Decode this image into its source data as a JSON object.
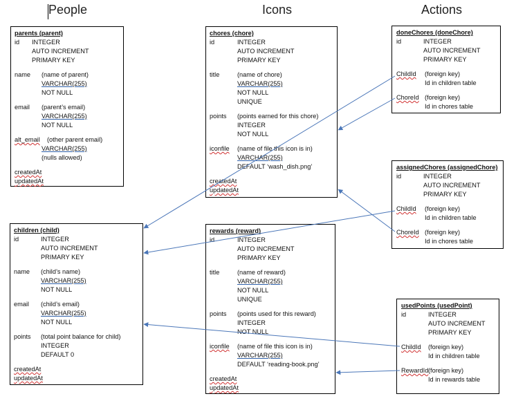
{
  "headings": {
    "people": "People",
    "icons": "Icons",
    "actions": "Actions"
  },
  "parents": {
    "title": "parents (parent)",
    "id_name": "id",
    "id_l1": "INTEGER",
    "id_l2": "AUTO INCREMENT",
    "id_l3": "PRIMARY KEY",
    "name_name": "name",
    "name_l1": "(name of parent)",
    "name_l2": "VARCHAR(255)",
    "name_l3": "NOT NULL",
    "email_name": "email",
    "email_l1": "(parent’s email)",
    "email_l2": "VARCHAR(255)",
    "email_l3": "NOT NULL",
    "alt_name": "alt_email",
    "alt_l1": "(other parent email)",
    "alt_l2": "VARCHAR(255)",
    "alt_l3": "(nulls allowed)",
    "created": "createdAt",
    "updated": "updatedAt"
  },
  "children": {
    "title": "children (child)",
    "id_name": "id",
    "id_l1": "INTEGER",
    "id_l2": "AUTO INCREMENT",
    "id_l3": "PRIMARY KEY",
    "name_name": "name",
    "name_l1": "(child’s name)",
    "name_l2": "VARCHAR(255)",
    "name_l3": "NOT NULL",
    "email_name": "email",
    "email_l1": "(child’s email)",
    "email_l2": "VARCHAR(255)",
    "email_l3": "NOT NULL",
    "points_name": "points",
    "points_l1": "(total point balance for child)",
    "points_l2": "INTEGER",
    "points_l3": "DEFAULT 0",
    "created": "createdAt",
    "updated": "updatedAt"
  },
  "chores": {
    "title": "chores (chore)",
    "id_name": "id",
    "id_l1": "INTEGER",
    "id_l2": "AUTO INCREMENT",
    "id_l3": "PRIMARY KEY",
    "title_name": "title",
    "title_l1": "(name of chore)",
    "title_l2": "VARCHAR(255)",
    "title_l3": "NOT NULL",
    "title_l4": "UNIQUE",
    "points_name": "points",
    "points_l1": "(points earned for this chore)",
    "points_l2": "INTEGER",
    "points_l3": "NOT NULL",
    "icon_name": "iconfile",
    "icon_l1": "(name of file this icon is in)",
    "icon_l2": "VARCHAR(255)",
    "icon_l3": "DEFAULT ‘wash_dish.png’",
    "created": "createdAt",
    "updated": "updatedAt"
  },
  "rewards": {
    "title": "rewards (reward)",
    "id_name": "id",
    "id_l1": "INTEGER",
    "id_l2": "AUTO INCREMENT",
    "id_l3": "PRIMARY KEY",
    "title_name": "title",
    "title_l1": "(name of reward)",
    "title_l2": "VARCHAR(255)",
    "title_l3": "NOT NULL",
    "title_l4": "UNIQUE",
    "points_name": "points",
    "points_l1": "(points used for this reward)",
    "points_l2": "INTEGER",
    "points_l3": "NOT NULL",
    "icon_name": "iconfile",
    "icon_l1": "(name of file this icon is in)",
    "icon_l2": "VARCHAR(255)",
    "icon_l3": "DEFAULT ‘reading-book.png’",
    "created": "createdAt",
    "updated": "updatedAt"
  },
  "doneChores": {
    "title": "doneChores (doneChore)",
    "id_name": "id",
    "id_l1": "INTEGER",
    "id_l2": "AUTO INCREMENT",
    "id_l3": "PRIMARY KEY",
    "fk1_name": "ChildId",
    "fk1_l1": "(foreign key)",
    "fk1_l2": "Id in children table",
    "fk2_name": "ChoreId",
    "fk2_l1": "(foreign key)",
    "fk2_l2": "Id in chores table"
  },
  "assignedChores": {
    "title": "assignedChores (assignedChore)",
    "id_name": "id",
    "id_l1": "INTEGER",
    "id_l2": "AUTO INCREMENT",
    "id_l3": "PRIMARY KEY",
    "fk1_name": "ChildId",
    "fk1_l1": "(foreign key)",
    "fk1_l2": "Id in children table",
    "fk2_name": "ChoreId",
    "fk2_l1": "(foreign key)",
    "fk2_l2": "Id in chores table"
  },
  "usedPoints": {
    "title": "usedPoints (usedPoint)",
    "id_name": "id",
    "id_l1": "INTEGER",
    "id_l2": "AUTO INCREMENT",
    "id_l3": "PRIMARY KEY",
    "fk1_name": "ChildId",
    "fk1_l1": "(foreign key)",
    "fk1_l2": "Id in children table",
    "fk2_name": "RewardId",
    "fk2_l1": "(foreign key)",
    "fk2_l2": "Id in rewards table"
  },
  "colors": {
    "arrow": "#4a76b8",
    "border": "#000000",
    "squiggle": "#d03030"
  }
}
